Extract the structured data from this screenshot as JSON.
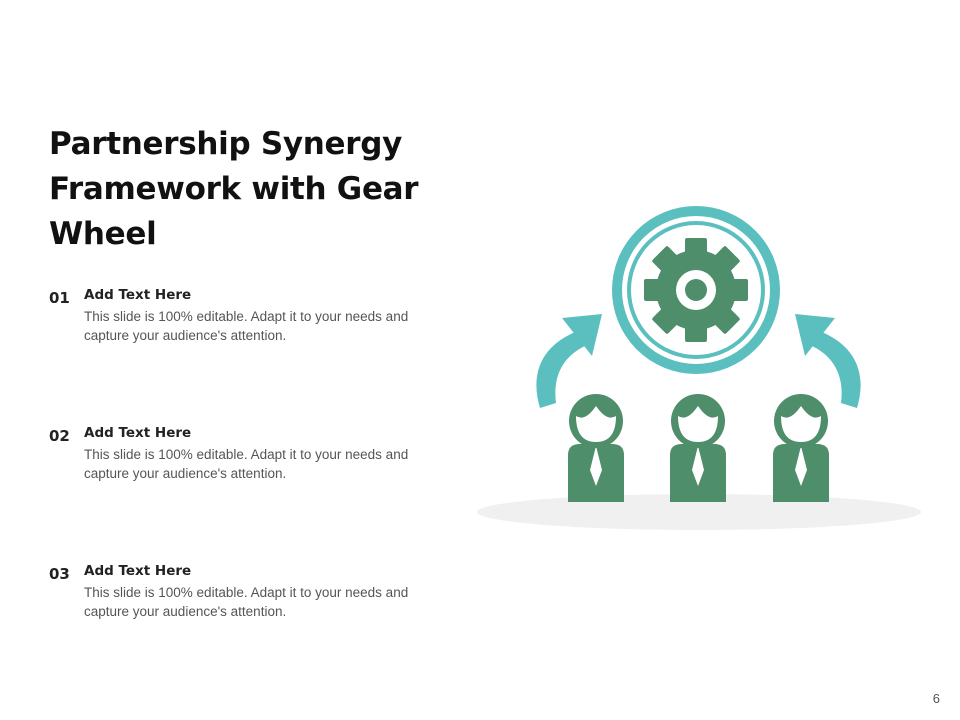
{
  "slide": {
    "title": "Partnership Synergy Framework with Gear Wheel",
    "page_number": "6"
  },
  "items": [
    {
      "number": "01",
      "heading": "Add Text Here",
      "body": "This slide is 100% editable. Adapt it to your needs and capture your audience's attention."
    },
    {
      "number": "02",
      "heading": "Add Text Here",
      "body": "This slide is 100% editable. Adapt it to your needs and capture your audience's attention."
    },
    {
      "number": "03",
      "heading": "Add Text Here",
      "body": "This slide is 100% editable. Adapt it to your needs and capture your audience's attention."
    }
  ],
  "colors": {
    "teal": "#5bbfbf",
    "green": "#4f8e6a",
    "shadow": "#f0f0f0"
  },
  "icons": [
    "gear-icon",
    "arrow-icon",
    "person-icon"
  ]
}
